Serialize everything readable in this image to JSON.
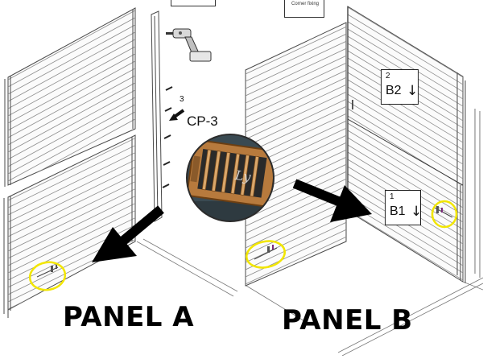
{
  "panel_a": {
    "label": "PANEL A"
  },
  "panel_b": {
    "label": "PANEL B"
  },
  "callout_cp3": {
    "step_number": "3",
    "part_code": "CP-3"
  },
  "box_b2": {
    "step_number": "2",
    "part_code": "B2",
    "arrow": "↓"
  },
  "box_b1": {
    "step_number": "1",
    "part_code": "B1",
    "arrow": "↓"
  },
  "corner_fixing": {
    "text": "Corner fixing"
  },
  "colors": {
    "highlight_circle": "#f2e600",
    "line_art": "#4a4a4a",
    "arrow": "#000000",
    "wood": "#b77a3d"
  },
  "icons": [
    "drill-icon",
    "arrow-down-left-icon",
    "arrow-right-icon",
    "arrow-down-icon"
  ]
}
